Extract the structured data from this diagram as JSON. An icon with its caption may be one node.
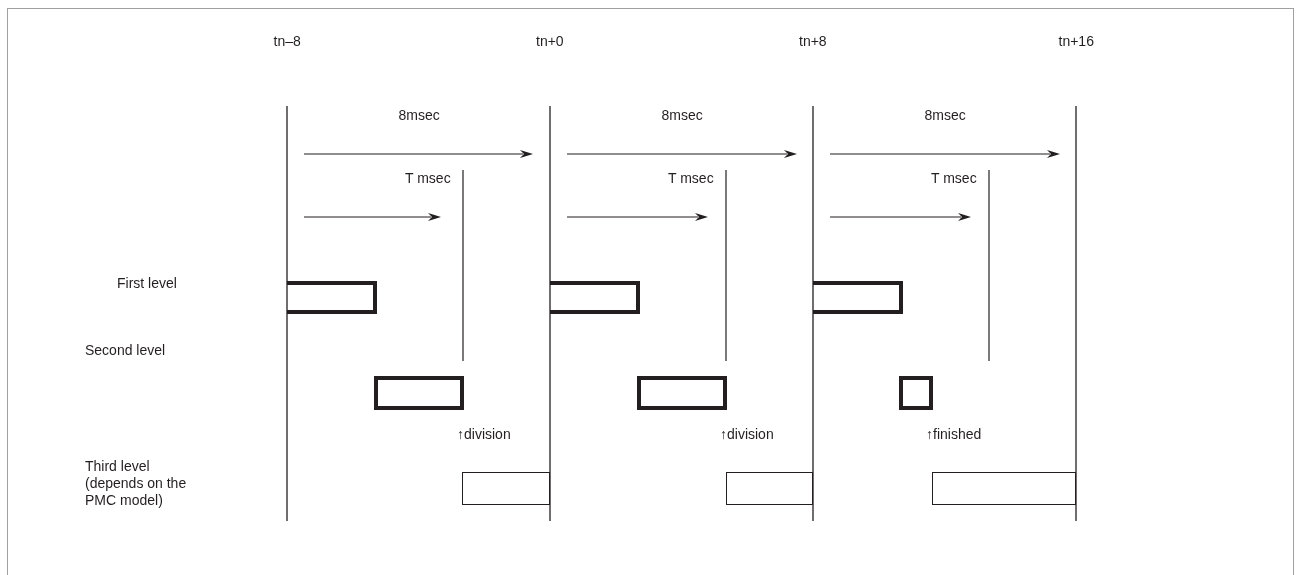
{
  "diagram": {
    "nodes": [
      {
        "text": [],
        "shape": "bar"
      },
      {
        "text": [],
        "shape": "bar"
      },
      {
        "text": [],
        "shape": "bar"
      },
      {
        "text": [],
        "shape": "bar"
      },
      {
        "text": [],
        "shape": "bar"
      },
      {
        "text": [],
        "shape": "bar"
      },
      {
        "text": [],
        "shape": "bar"
      },
      {
        "text": [],
        "shape": "bar"
      },
      {
        "text": [],
        "shape": "bar"
      }
    ],
    "labels": [
      "tn–8",
      "tn+0",
      "tn+8",
      "tn+16",
      "8msec",
      "8msec",
      "8msec",
      "T msec",
      "T msec",
      "T msec",
      "First level",
      "Second level",
      "↑division",
      "↑division",
      "↑finished",
      "Third level (depends on the PMC model)"
    ]
  }
}
